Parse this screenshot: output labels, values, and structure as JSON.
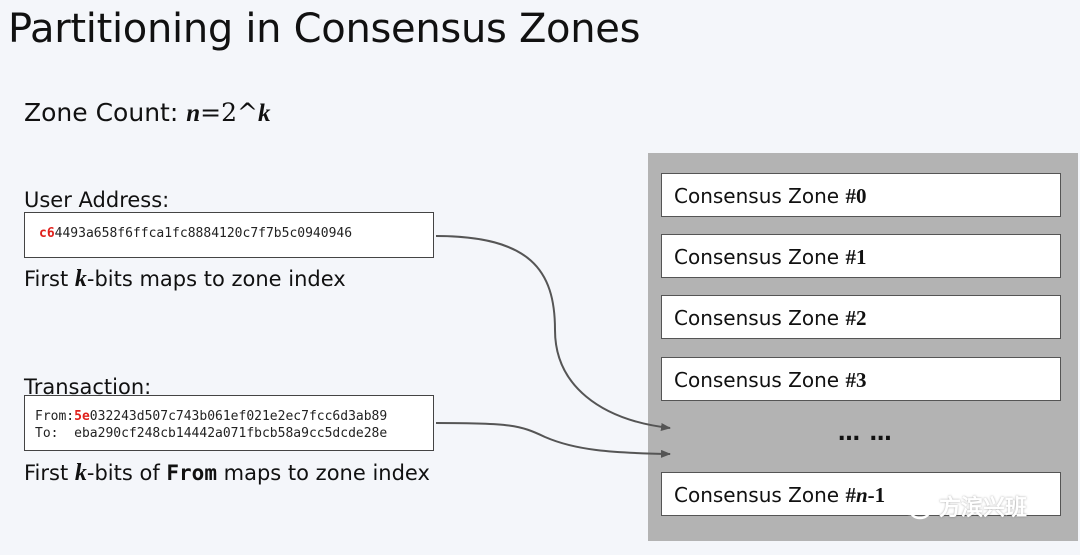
{
  "title": "Partitioning in Consensus Zones",
  "zone_count": {
    "label": "Zone Count: ",
    "n": "n",
    "eq": "=2^",
    "k": "k"
  },
  "user_address": {
    "label": "User Address:",
    "prefix": "c6",
    "rest": "4493a658f6ffca1fc8884120c7f7b5c0940946"
  },
  "first_kbits": {
    "before": "First ",
    "k": "k",
    "after": "-bits maps to zone index"
  },
  "transaction": {
    "label": "Transaction:",
    "from_label": "From:",
    "from_prefix": "5e",
    "from_rest": "032243d507c743b061ef021e2ec7fcc6d3ab89",
    "to_label": "To:  ",
    "to_value": "eba290cf248cb14442a071fbcb58a9cc5dcde28e"
  },
  "first_kbits_from": {
    "before": "First ",
    "k": "k",
    "mid": "-bits of ",
    "from": "From",
    "after": " maps to zone index"
  },
  "zones": [
    {
      "label": "Consensus Zone ",
      "num": "#0"
    },
    {
      "label": "Consensus Zone ",
      "num": "#1"
    },
    {
      "label": "Consensus Zone ",
      "num": "#2"
    },
    {
      "label": "Consensus Zone ",
      "num": "#3"
    }
  ],
  "ellipsis": "… …",
  "last_zone": {
    "label": "Consensus Zone ",
    "hash": "#",
    "n": "n",
    "minus": "-1"
  },
  "watermark": "方滨兴班",
  "colors": {
    "highlight": "#e0201b",
    "panel": "#b3b3b3",
    "arrow": "#555555"
  }
}
